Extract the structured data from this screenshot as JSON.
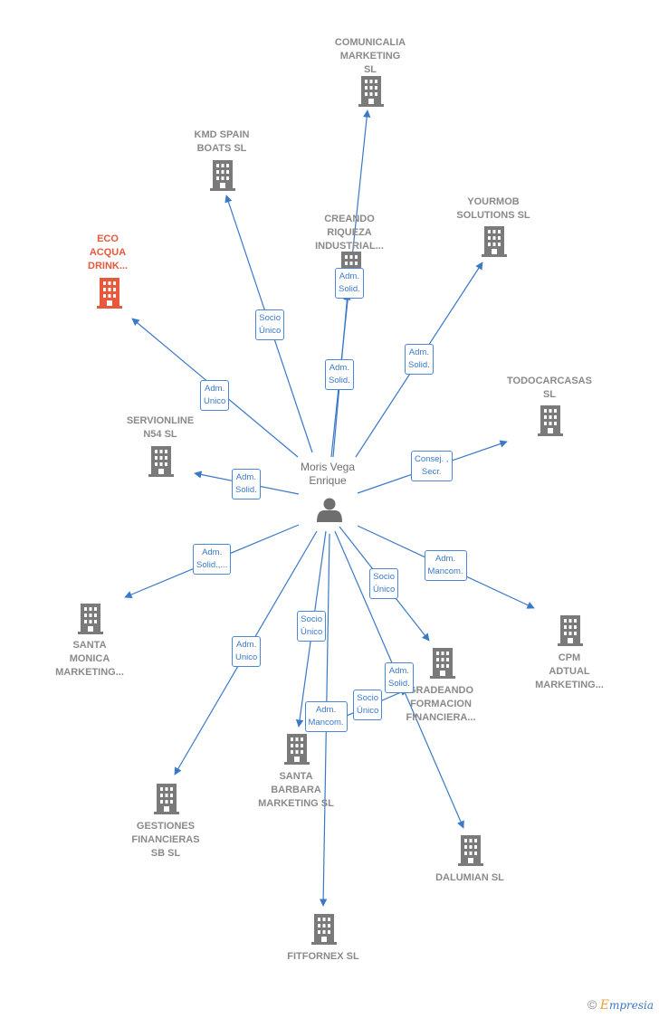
{
  "person": {
    "name": "Moris Vega\nEnrique",
    "icon": "person-icon"
  },
  "colors": {
    "edge": "#3a78c8",
    "building": "#7a7a7a",
    "highlight": "#e8583a"
  },
  "companies": [
    {
      "id": "comunicalia",
      "name": "COMUNICALIA\nMARKETING\nSL"
    },
    {
      "id": "kmd",
      "name": "KMD SPAIN\nBOATS SL"
    },
    {
      "id": "creando",
      "name": "CREANDO\nRIQUEZA\nINDUSTRIAL..."
    },
    {
      "id": "yourmob",
      "name": "YOURMOB\nSOLUTIONS SL"
    },
    {
      "id": "eco",
      "name": "ECO\nACQUA\nDRINK..."
    },
    {
      "id": "todocarcasas",
      "name": "TODOCARCASAS\nSL"
    },
    {
      "id": "servionline",
      "name": "SERVIONLINE\nN54 SL"
    },
    {
      "id": "santamonica",
      "name": "SANTA\nMONICA\nMARKETING..."
    },
    {
      "id": "cpm",
      "name": "CPM\nADTUAL\nMARKETING..."
    },
    {
      "id": "gradeando",
      "name": "GRADEANDO\nFORMACION\nFINANCIERA..."
    },
    {
      "id": "santabarbara",
      "name": "SANTA\nBARBARA\nMARKETING SL"
    },
    {
      "id": "gestiones",
      "name": "GESTIONES\nFINANCIERAS\nSB SL"
    },
    {
      "id": "dalumian",
      "name": "DALUMIAN SL"
    },
    {
      "id": "fitfornex",
      "name": "FITFORNEX SL"
    }
  ],
  "edges": [
    {
      "to": "comunicalia",
      "role": "Adm.\nSolid."
    },
    {
      "to": "kmd",
      "role": "Socio\nÚnico"
    },
    {
      "to": "creando",
      "role": "Adm.\nSolid."
    },
    {
      "to": "yourmob",
      "role": "Adm.\nSolid."
    },
    {
      "to": "eco",
      "role": "Adm.\nUnico"
    },
    {
      "to": "todocarcasas",
      "role": "Consej. ,\nSecr."
    },
    {
      "to": "servionline",
      "role": "Adm.\nSolid."
    },
    {
      "to": "santamonica",
      "role": "Adm.\nSolid.,..."
    },
    {
      "to": "cpm",
      "role": "Adm.\nMancom."
    },
    {
      "to": "gradeando",
      "role": "Socio\nÚnico"
    },
    {
      "to": "santabarbara",
      "role": "Socio\nÚnico"
    },
    {
      "to": "gestiones",
      "role": "Adm.\nUnico"
    },
    {
      "to": "dalumian",
      "role": "Adm.\nSolid."
    },
    {
      "to": "fitfornex",
      "role": "Adm.\nMancom."
    },
    {
      "to": "fitfornex",
      "role": "Socio\nÚnico"
    }
  ],
  "footer": {
    "copyright": "©",
    "brand_first": "E",
    "brand_rest": "mpresia"
  }
}
